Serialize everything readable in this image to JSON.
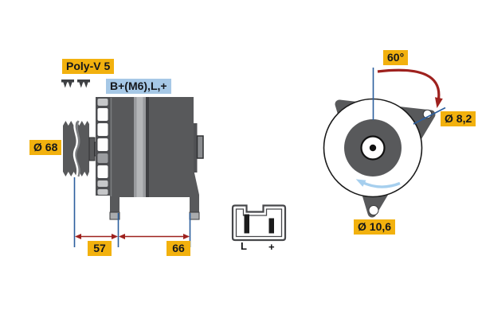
{
  "labels": {
    "belt_type": "Poly-V 5",
    "terminals": "B+(M6),L,+",
    "pulley_diameter": "Ø 68",
    "dim_pulley_to_foot": "57",
    "dim_foot_to_foot": "66",
    "mounting_angle": "60°",
    "mounting_hole_top": "Ø 8,2",
    "mounting_hole_bottom": "Ø 10,6"
  },
  "connector": {
    "pin_left_label": "L",
    "pin_right_label": "+"
  },
  "icons": {
    "belt_profile": "poly-v-ribbed-belt-icon",
    "rotation": "counterclockwise-rotation-arrow-icon"
  },
  "colors": {
    "highlight_yellow": "#F2B10E",
    "highlight_blue": "#A6C8E6",
    "body_gray": "#58595B",
    "body_light": "#9A9C9F",
    "dimension_blue": "#2C5F9E",
    "arrow_red": "#9E211E",
    "rotation_arrow_blue": "#A6CFEE"
  }
}
